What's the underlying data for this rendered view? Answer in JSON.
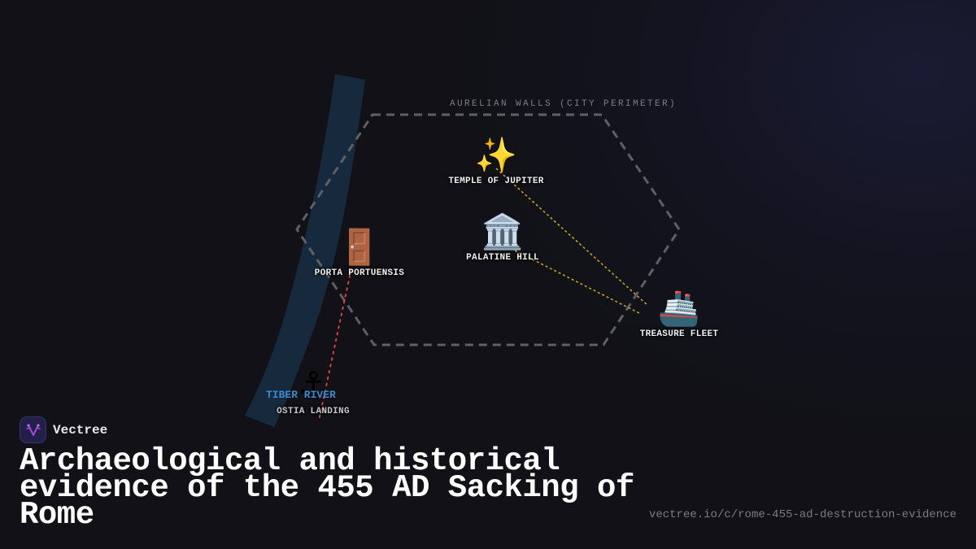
{
  "diagram": {
    "perimeter_label": "AURELIAN WALLS (CITY PERIMETER)",
    "river_label": "TIBER RIVER",
    "nodes": [
      {
        "id": "temple-of-jupiter",
        "label": "TEMPLE OF JUPITER",
        "icon": "sparkles-icon",
        "glyph": "✨"
      },
      {
        "id": "palatine-hill",
        "label": "PALATINE HILL",
        "icon": "classical-building-icon",
        "glyph": "🏛️"
      },
      {
        "id": "porta-portuensis",
        "label": "PORTA PORTUENSIS",
        "icon": "door-icon",
        "glyph": "🚪"
      },
      {
        "id": "treasure-fleet",
        "label": "TREASURE FLEET",
        "icon": "ship-icon",
        "glyph": "🚢"
      },
      {
        "id": "ostia-landing",
        "label": "OSTIA LANDING",
        "icon": "anchor-icon",
        "glyph": "⚓"
      }
    ],
    "edges": [
      {
        "from": "temple-of-jupiter",
        "to": "treasure-fleet",
        "style": "dotted",
        "color": "#c9a227"
      },
      {
        "from": "palatine-hill",
        "to": "treasure-fleet",
        "style": "dotted",
        "color": "#c9a227"
      },
      {
        "from": "porta-portuensis",
        "to": "ostia-landing",
        "style": "dotted",
        "color": "#e04848"
      }
    ],
    "colors": {
      "background": "#111117",
      "wall": "#5f5f64",
      "river": "#172a3d",
      "river_label": "#3a8ad0",
      "plunder_route": "#c9a227",
      "invasion_route": "#e04848"
    }
  },
  "footer": {
    "brand_name": "Vectree",
    "title": "Archaeological and historical evidence of the 455 AD Sacking of Rome",
    "url": "vectree.io/c/rome-455-ad-destruction-evidence"
  }
}
